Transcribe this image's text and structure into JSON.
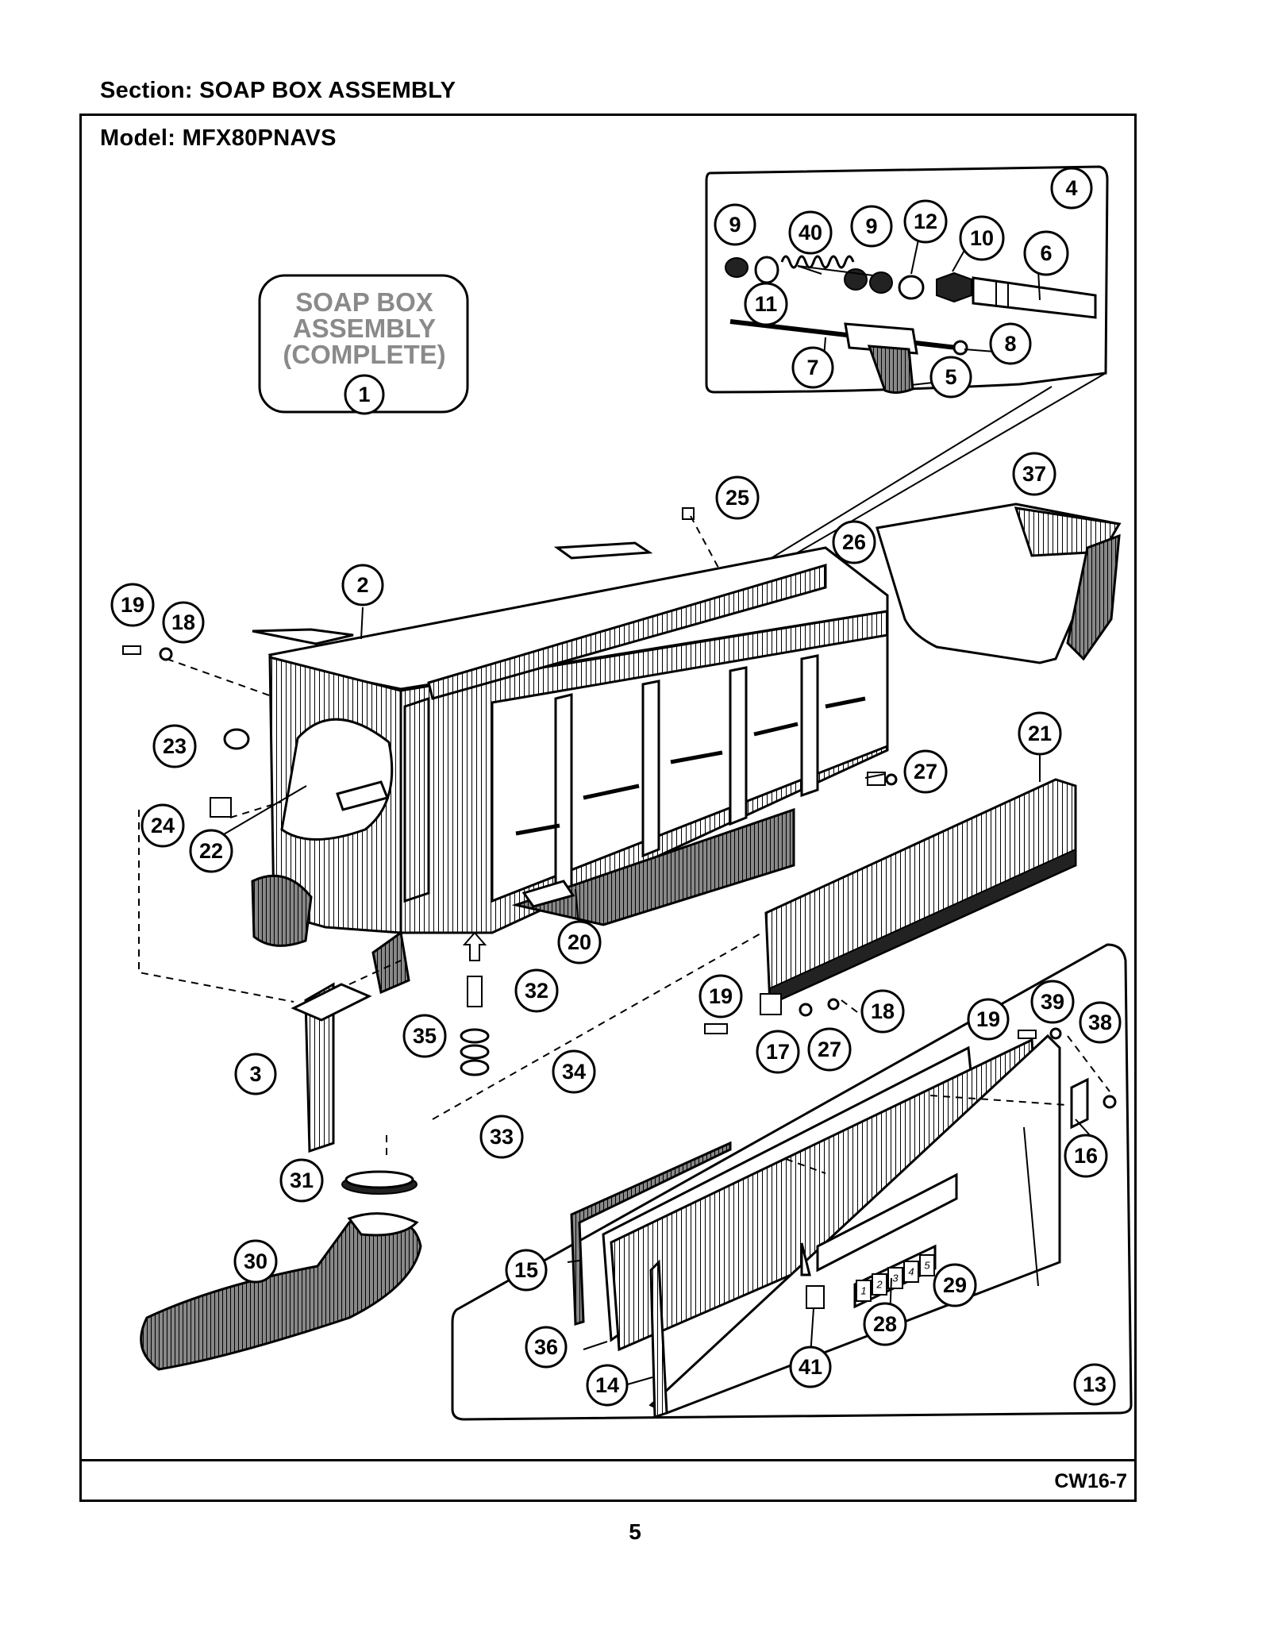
{
  "page": {
    "section_title": "Section:  SOAP BOX ASSEMBLY",
    "model_title": "Model:  MFX80PNAVS",
    "figure_code": "CW16-7",
    "page_number": "5"
  },
  "complete_label": {
    "lines": [
      "SOAP BOX",
      "ASSEMBLY",
      "(COMPLETE)"
    ],
    "callout": "1"
  },
  "control_keys": [
    "1",
    "2",
    "3",
    "4",
    "5"
  ],
  "callouts": {
    "c1": "1",
    "c2": "2",
    "c3": "3",
    "c4": "4",
    "c5": "5",
    "c6": "6",
    "c7": "7",
    "c8": "8",
    "c9a": "9",
    "c9b": "9",
    "c10": "10",
    "c11": "11",
    "c12": "12",
    "c13": "13",
    "c14": "14",
    "c15": "15",
    "c16": "16",
    "c17": "17",
    "c18a": "18",
    "c18b": "18",
    "c19a": "19",
    "c19b": "19",
    "c19c": "19",
    "c20": "20",
    "c21": "21",
    "c22": "22",
    "c23": "23",
    "c24": "24",
    "c25": "25",
    "c26": "26",
    "c27a": "27",
    "c27b": "27",
    "c28": "28",
    "c29": "29",
    "c30": "30",
    "c31": "31",
    "c32": "32",
    "c33": "33",
    "c34": "34",
    "c35": "35",
    "c36": "36",
    "c37": "37",
    "c38": "38",
    "c39": "39",
    "c40": "40",
    "c41": "41"
  }
}
